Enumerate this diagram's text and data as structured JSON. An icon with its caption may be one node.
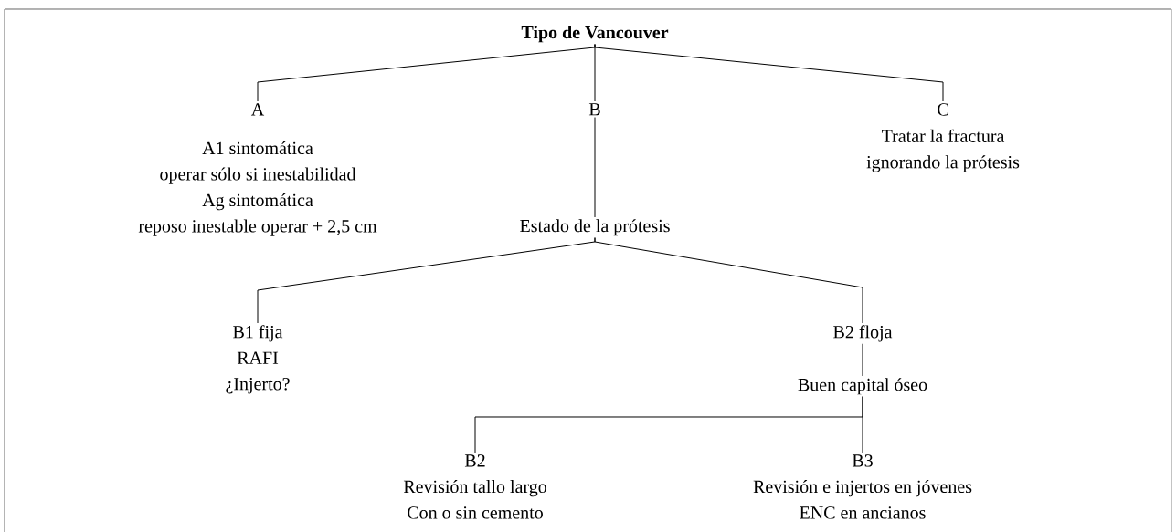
{
  "diagram": {
    "nodes": [
      {
        "text": [
          "Tipo de Vancouver"
        ]
      },
      {
        "text": [
          "A",
          "A1 sintomática",
          "operar sólo si inestabilidad",
          "Ag sintomática",
          "reposo inestable operar + 2,5 cm"
        ]
      },
      {
        "text": [
          "B"
        ]
      },
      {
        "text": [
          "C",
          "Tratar la fractura ignorando la prótesis"
        ]
      },
      {
        "text": [
          "Estado de la prótesis"
        ]
      },
      {
        "text": [
          "B1 fija",
          "RAFI",
          "¿Injerto?"
        ]
      },
      {
        "text": [
          "B2 floja"
        ]
      },
      {
        "text": [
          "Buen capital óseo"
        ]
      },
      {
        "text": [
          "B2",
          "Revisión tallo largo",
          "Con o sin cemento"
        ]
      },
      {
        "text": [
          "B3",
          "Revisión e injertos en jóvenes",
          "ENC en ancianos"
        ]
      }
    ],
    "edges": [
      {
        "from": 0,
        "to": 1,
        "arrow": "none"
      },
      {
        "from": 0,
        "to": 2,
        "arrow": "none"
      },
      {
        "from": 0,
        "to": 3,
        "arrow": "none"
      },
      {
        "from": 2,
        "to": 4,
        "arrow": "none"
      },
      {
        "from": 4,
        "to": 5,
        "arrow": "none"
      },
      {
        "from": 4,
        "to": 6,
        "arrow": "none"
      },
      {
        "from": 6,
        "to": 7,
        "arrow": "none"
      },
      {
        "from": 7,
        "to": 8,
        "arrow": "none"
      },
      {
        "from": 7,
        "to": 9,
        "arrow": "none"
      }
    ]
  }
}
